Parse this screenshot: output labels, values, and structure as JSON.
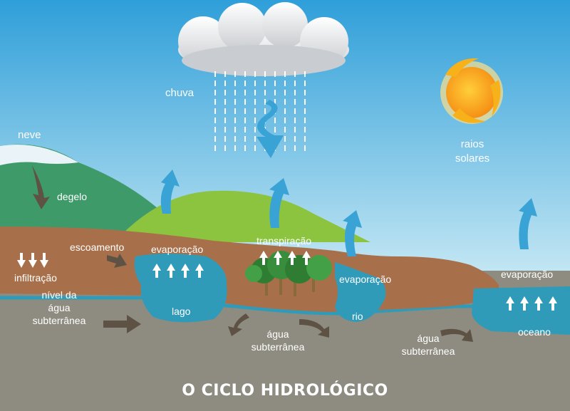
{
  "title": "O CICLO HIDROLÓGICO",
  "labels": {
    "chuva": "chuva",
    "neve": "neve",
    "degelo": "degelo",
    "raios_l1": "raios",
    "raios_l2": "solares",
    "escoamento": "escoamento",
    "infiltracao": "infiltração",
    "nivel_l1": "nível da",
    "nivel_l2": "água",
    "nivel_l3": "subterrânea",
    "evaporacao_lago": "evaporação",
    "lago": "lago",
    "transpiracao": "transpiração",
    "evaporacao_rio": "evaporação",
    "rio": "rio",
    "evaporacao_oceano": "evaporação",
    "oceano": "oceano",
    "agua_sub_1_l1": "água",
    "agua_sub_1_l2": "subterrânea",
    "agua_sub_2_l1": "água",
    "agua_sub_2_l2": "subterrânea"
  },
  "colors": {
    "sky_top": "#2f9fd9",
    "sky_bottom": "#bfe4f2",
    "hill_dark": "#3f9a6a",
    "hill_light": "#8cc43f",
    "soil": "#a8704a",
    "bedrock": "#8e8c80",
    "water": "#2f9bb8",
    "arrow_blue": "#3aa3d6",
    "arrow_dark": "#5e5245",
    "sun": "#f7a21b"
  },
  "icons": [
    "cloud-icon",
    "sun-icon",
    "rain-icon",
    "tree-icon",
    "up-arrow-icon",
    "down-arrow-icon",
    "curved-arrow-icon"
  ]
}
